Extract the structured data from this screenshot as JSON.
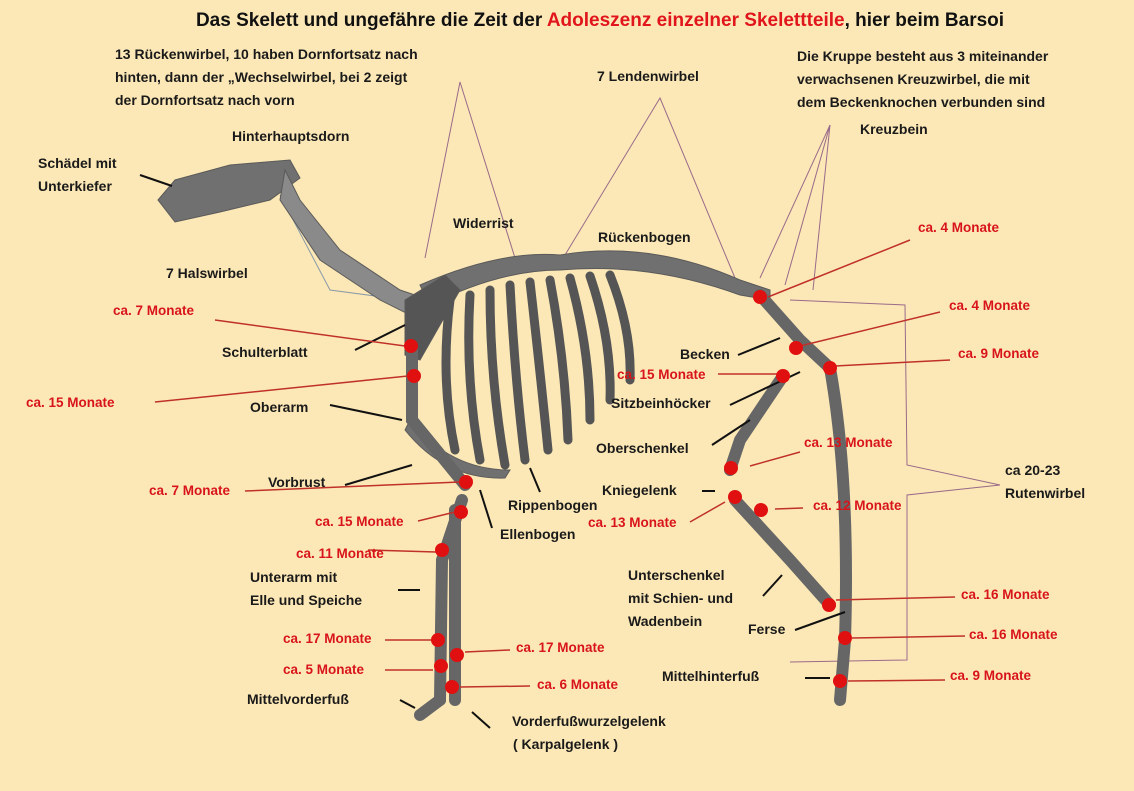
{
  "title": {
    "part1": "Das Skelett und ungefähre die Zeit der ",
    "highlight": "Adoleszenz einzelner Skelettteile",
    "part2": ", hier beim Barsoi"
  },
  "notes": {
    "thoracic": [
      "13 Rückenwirbel, 10 haben Dornfortsatz nach",
      "hinten, dann der „Wechselwirbel, bei 2 zeigt",
      "der Dornfortsatz nach vorn"
    ],
    "lumbar": "7 Lendenwirbel",
    "croup": [
      "Die Kruppe besteht aus 3 miteinander",
      "verwachsenen Kreuzwirbel, die mit",
      "dem Beckenknochen verbunden sind"
    ]
  },
  "labels": {
    "kreuzbein": "Kreuzbein",
    "hinterhauptsdorn": "Hinterhauptsdorn",
    "schaedel": [
      "Schädel mit",
      "Unterkiefer"
    ],
    "widerrist": "Widerrist",
    "rueckenbogen": "Rückenbogen",
    "halswirbel": "7 Halswirbel",
    "schulterblatt": "Schulterblatt",
    "oberarm": "Oberarm",
    "becken": "Becken",
    "sitzbeinhoecker": "Sitzbeinhöcker",
    "oberschenkel": "Oberschenkel",
    "kniegelenk": "Kniegelenk",
    "vorbrust": "Vorbrust",
    "rippenbogen": "Rippenbogen",
    "ellenbogen": "Ellenbogen",
    "unterarm": [
      "Unterarm mit",
      "Elle und Speiche"
    ],
    "unterschenkel": [
      "Unterschenkel",
      "mit Schien- und",
      "Wadenbein"
    ],
    "ferse": "Ferse",
    "mittelhinterfuss": "Mittelhinterfuß",
    "mittelvorderfuss": "Mittelvorderfuß",
    "vorderfusswurzel": [
      "Vorderfußwurzelgelenk",
      "( Karpalgelenk )"
    ],
    "rutenwirbel": [
      "ca 20-23",
      "Rutenwirbel"
    ]
  },
  "ages": [
    "ca. 4 Monate",
    "ca. 4 Monate",
    "ca. 9 Monate",
    "ca. 15 Monate",
    "ca. 7 Monate",
    "ca. 15 Monate",
    "ca. 13 Monate",
    "ca. 7 Monate",
    "ca. 13 Monate",
    "ca. 12 Monate",
    "ca. 15 Monate",
    "ca. 11 Monate",
    "ca. 16 Monate",
    "ca. 16 Monate",
    "ca. 17 Monate",
    "ca. 17 Monate",
    "ca. 5 Monate",
    "ca. 6 Monate",
    "ca. 9 Monate"
  ],
  "colors": {
    "background": "#fce8b6",
    "highlight": "#e0161c",
    "bone": "#6e6e6e",
    "marker": "#e01010"
  }
}
